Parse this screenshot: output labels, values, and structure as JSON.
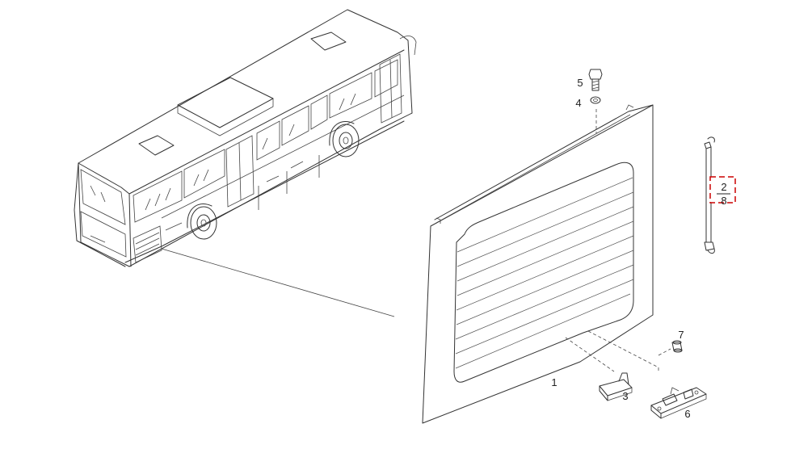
{
  "callouts": {
    "glass_panel": "1",
    "bracket_lower_left": "3",
    "washer": "4",
    "bolt": "5",
    "hinge_bracket": "6",
    "pin": "7"
  },
  "page_reference": {
    "top": "2",
    "bottom": "8",
    "box_color": "#cc0000"
  }
}
